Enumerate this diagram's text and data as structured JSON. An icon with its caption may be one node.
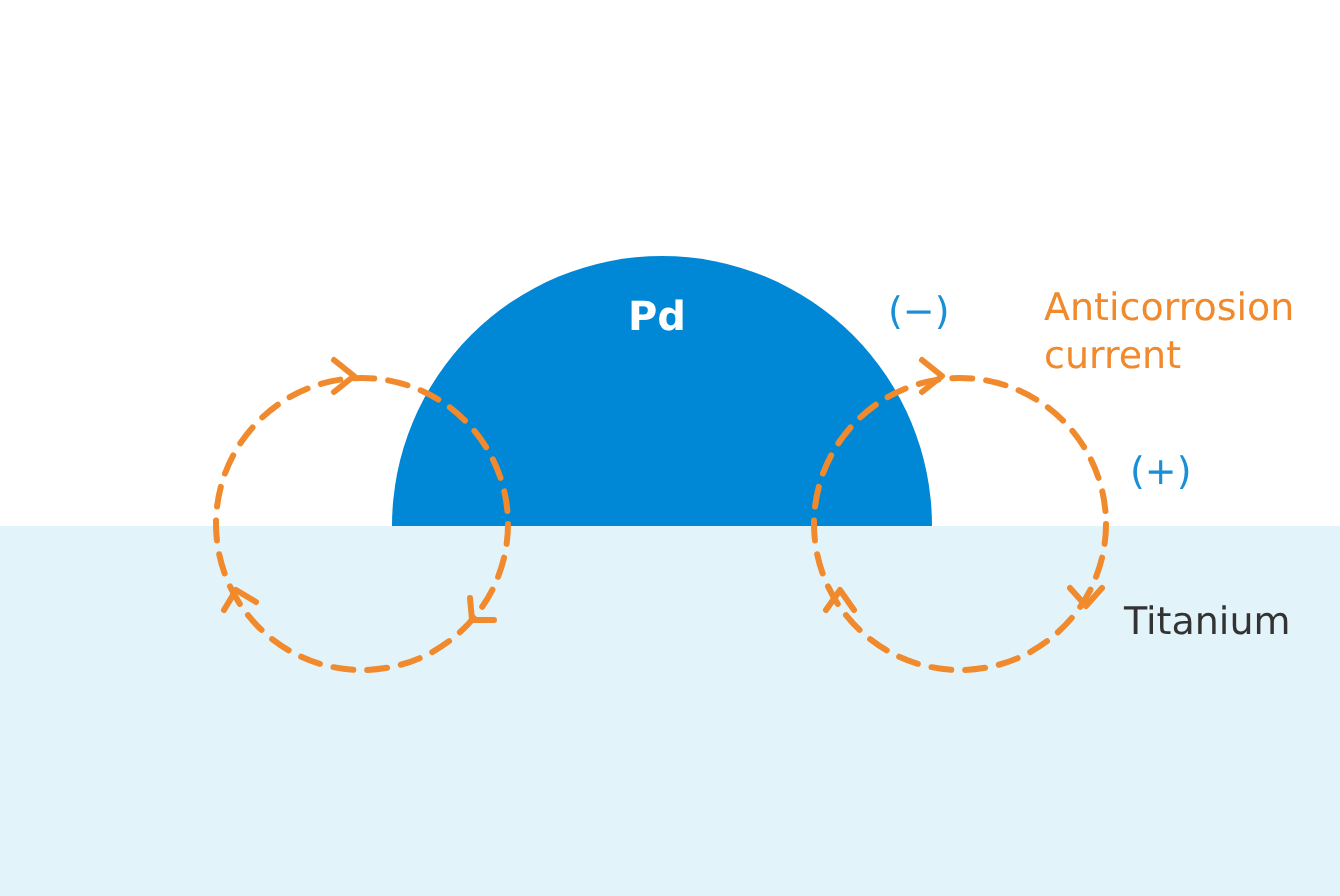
{
  "diagram": {
    "nodes": [
      {
        "text": [
          "Pd"
        ]
      },
      {
        "text": [
          "Titanium"
        ]
      }
    ],
    "labels": [
      "(−)",
      "Anticorrosion current",
      "(+)"
    ]
  }
}
